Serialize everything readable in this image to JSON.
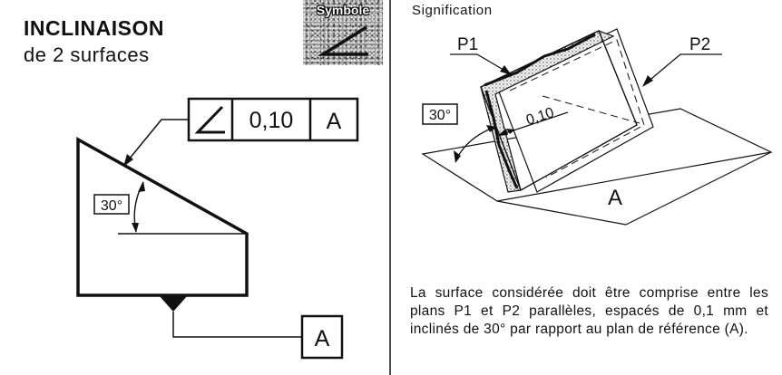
{
  "left": {
    "title": "INCLINAISON",
    "subtitle": "de 2 surfaces",
    "symbol": {
      "label": "Symbole",
      "icon": "angle-icon"
    },
    "frame": {
      "tolerance": "0,10",
      "datum": "A",
      "icon": "angle-icon"
    },
    "angle_label": "30°",
    "datum_box": "A"
  },
  "right": {
    "heading": "Signification",
    "plane_p1": "P1",
    "plane_p2": "P2",
    "angle_label": "30°",
    "spacing_label": "0,10",
    "reference_plane": "A",
    "description": "La surface considérée doit être comprise entre les plans P1 et P2 parallèles, espacés de 0,1 mm et inclinés de 30° par rapport au plan de référence (A)."
  }
}
